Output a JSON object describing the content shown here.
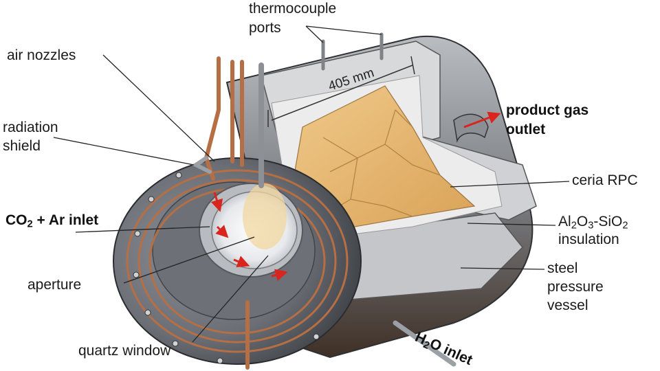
{
  "labels": {
    "thermocouple_1": "thermocouple",
    "thermocouple_2": "ports",
    "air_nozzles": "air nozzles",
    "radiation_1": "radiation",
    "radiation_2": "shield",
    "co2_pre": "CO",
    "co2_sub": "2",
    "co2_post": " + Ar inlet",
    "aperture": "aperture",
    "quartz_window": "quartz window",
    "dimension": "405 mm",
    "product_gas_1": "product gas",
    "product_gas_2": "outlet",
    "ceria_rpc": "ceria RPC",
    "al_pre": "Al",
    "al_sub1": "2",
    "al_mid1": "O",
    "al_sub2": "3",
    "al_mid2": "-SiO",
    "al_sub3": "2",
    "insulation": "insulation",
    "steel_1": "steel",
    "steel_2": "pressure",
    "steel_3": "vessel",
    "h2o_pre": "H",
    "h2o_sub": "2",
    "h2o_post": "O inlet"
  },
  "colors": {
    "steel_dark": "#4a4d52",
    "steel_light": "#9fa3a8",
    "copper": "#b66f45",
    "ceria": "#e2b16a",
    "insulation": "#ebebeb",
    "arrow_red": "#d9251d"
  }
}
